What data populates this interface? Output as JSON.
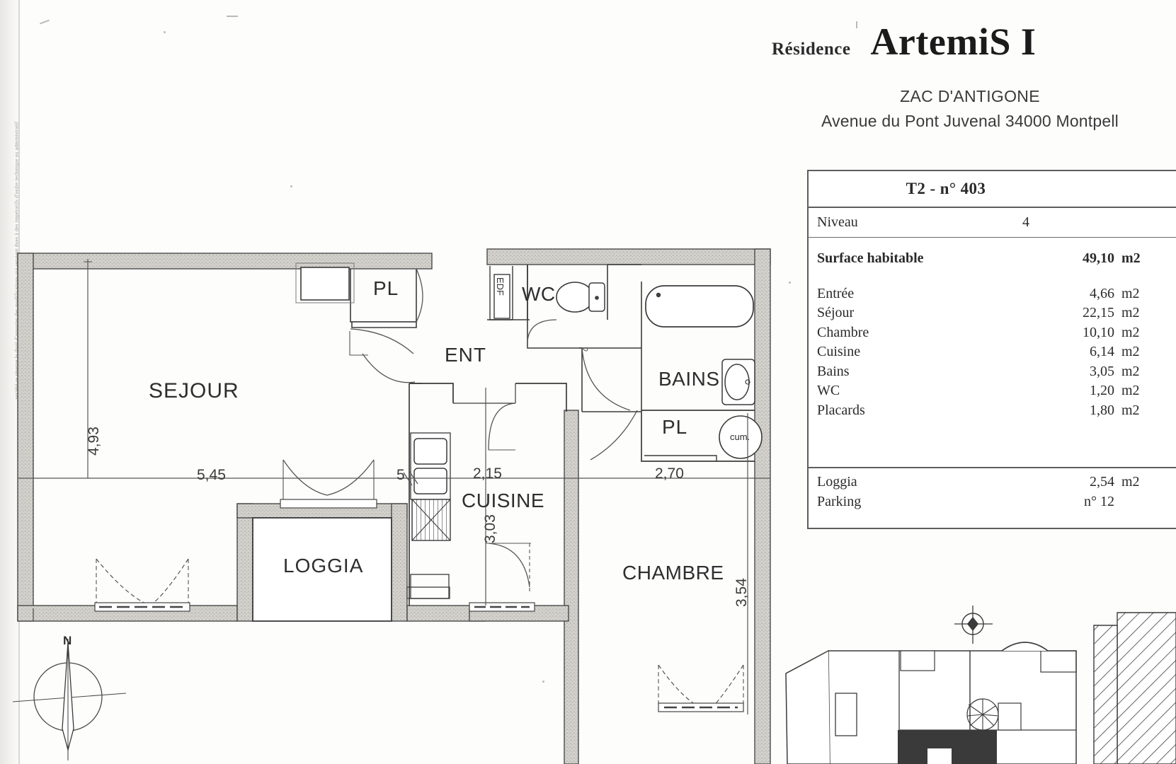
{
  "header": {
    "residence_label": "Résidence",
    "residence_name": "ArtemiS I",
    "zone": "ZAC D'ANTIGONE",
    "address": "Avenue du Pont Juvenal 34000 Montpell"
  },
  "info_table": {
    "title": "T2 - n° 403",
    "niveau_label": "Niveau",
    "niveau_value": "4",
    "surface_label": "Surface habitable",
    "surface_value": "49,10",
    "rooms": [
      {
        "label": "Entrée",
        "value": "4,66",
        "unit": "m2"
      },
      {
        "label": "Séjour",
        "value": "22,15",
        "unit": "m2"
      },
      {
        "label": "Chambre",
        "value": "10,10",
        "unit": "m2"
      },
      {
        "label": "Cuisine",
        "value": "6,14",
        "unit": "m2"
      },
      {
        "label": "Bains",
        "value": "3,05",
        "unit": "m2"
      },
      {
        "label": "WC",
        "value": "1,20",
        "unit": "m2"
      },
      {
        "label": "Placards",
        "value": "1,80",
        "unit": "m2"
      }
    ],
    "extras": [
      {
        "label": "Loggia",
        "value": "2,54",
        "unit": "m2"
      },
      {
        "label": "Parking",
        "value": "n° 12",
        "unit": ""
      }
    ],
    "surface_unit": "m2"
  },
  "plan": {
    "rooms": {
      "sejour": "SEJOUR",
      "placard_entry": "PL",
      "wc": "WC",
      "ent": "ENT",
      "bains": "BAINS",
      "placard_bath": "PL",
      "cuisine": "CUISINE",
      "loggia": "LOGGIA",
      "chambre": "CHAMBRE"
    },
    "annotations": {
      "edf": "EDF",
      "cumulus": "cum.",
      "north": "N"
    },
    "dimensions": {
      "sejour_height": "4,93",
      "sejour_width": "5,45",
      "wall_small": "5",
      "cuisine_width": "2,15",
      "cuisine_height": "3,03",
      "chambre_width": "2,70",
      "chambre_height": "3,54"
    }
  },
  "microtext": "société se réserve le droit d'apporter des modifications qui seraient dues à des impératifs d'ordre technique ou administratif",
  "colors": {
    "ink": "#2a2a2a",
    "wall_fill": "#c9c7c2",
    "paper": "#fdfdfc"
  }
}
